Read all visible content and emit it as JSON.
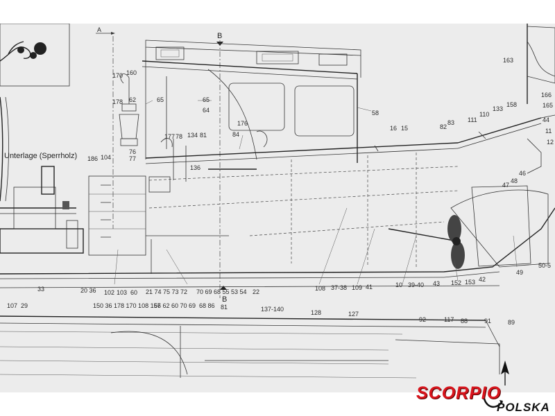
{
  "plan": {
    "section_markers": [
      "A",
      "B"
    ],
    "note_text": "Unterlage (Sperrholz)",
    "part_numbers": [
      {
        "id": "p170",
        "text": "170"
      },
      {
        "id": "p160",
        "text": "160"
      },
      {
        "id": "p178",
        "text": "178"
      },
      {
        "id": "p62a",
        "text": "62"
      },
      {
        "id": "p65a",
        "text": "65"
      },
      {
        "id": "p65b",
        "text": "65"
      },
      {
        "id": "p64",
        "text": "64"
      },
      {
        "id": "p58",
        "text": "58"
      },
      {
        "id": "p176",
        "text": "176"
      },
      {
        "id": "p177",
        "text": "177"
      },
      {
        "id": "p78",
        "text": "78"
      },
      {
        "id": "p134",
        "text": "134"
      },
      {
        "id": "p81a",
        "text": "81"
      },
      {
        "id": "p84",
        "text": "84"
      },
      {
        "id": "p136",
        "text": "136"
      },
      {
        "id": "p76",
        "text": "76"
      },
      {
        "id": "p77",
        "text": "77"
      },
      {
        "id": "p186",
        "text": "186"
      },
      {
        "id": "p104",
        "text": "104"
      },
      {
        "id": "p16",
        "text": "16"
      },
      {
        "id": "p15",
        "text": "15"
      },
      {
        "id": "p82",
        "text": "82"
      },
      {
        "id": "p83",
        "text": "83"
      },
      {
        "id": "p111",
        "text": "111"
      },
      {
        "id": "p110",
        "text": "110"
      },
      {
        "id": "p133",
        "text": "133"
      },
      {
        "id": "p158",
        "text": "158"
      },
      {
        "id": "p163",
        "text": "163"
      },
      {
        "id": "p166",
        "text": "166"
      },
      {
        "id": "p165",
        "text": "165"
      },
      {
        "id": "p44",
        "text": "44"
      },
      {
        "id": "p11",
        "text": "11"
      },
      {
        "id": "p12",
        "text": "12"
      },
      {
        "id": "p46",
        "text": "46"
      },
      {
        "id": "p47",
        "text": "47"
      },
      {
        "id": "p48",
        "text": "48"
      },
      {
        "id": "p49",
        "text": "49"
      },
      {
        "id": "p50",
        "text": "50-5"
      },
      {
        "id": "p33",
        "text": "33"
      },
      {
        "id": "p2036",
        "text": "20 36"
      },
      {
        "id": "p102",
        "text": "102"
      },
      {
        "id": "p103",
        "text": "103"
      },
      {
        "id": "p60a",
        "text": "60"
      },
      {
        "id": "p21",
        "text": "21 74 75 73 72"
      },
      {
        "id": "p70",
        "text": "70 69 68 55 53 54"
      },
      {
        "id": "p22",
        "text": "22"
      },
      {
        "id": "p108",
        "text": "108"
      },
      {
        "id": "p3738",
        "text": "37-38"
      },
      {
        "id": "p109",
        "text": "109"
      },
      {
        "id": "p41",
        "text": "41"
      },
      {
        "id": "p10",
        "text": "10"
      },
      {
        "id": "p3940",
        "text": "39-40"
      },
      {
        "id": "p43",
        "text": "43"
      },
      {
        "id": "p152",
        "text": "152"
      },
      {
        "id": "p153",
        "text": "153"
      },
      {
        "id": "p42",
        "text": "42"
      },
      {
        "id": "p107",
        "text": "107"
      },
      {
        "id": "p29",
        "text": "29"
      },
      {
        "id": "p150",
        "text": "150 36 178 170 108 157"
      },
      {
        "id": "p66",
        "text": "66 62 60 70 69"
      },
      {
        "id": "p68",
        "text": "68 86"
      },
      {
        "id": "p81b",
        "text": "81"
      },
      {
        "id": "p137",
        "text": "137-140"
      },
      {
        "id": "p128",
        "text": "128"
      },
      {
        "id": "p127",
        "text": "127"
      },
      {
        "id": "p92",
        "text": "92"
      },
      {
        "id": "p117",
        "text": "117"
      },
      {
        "id": "p88",
        "text": "88"
      },
      {
        "id": "p91",
        "text": "91"
      },
      {
        "id": "p89",
        "text": "89"
      }
    ]
  },
  "branding": {
    "logo_main": "SCORPIO",
    "logo_sub": "POLSKA",
    "brand_red": "#d8141c"
  }
}
